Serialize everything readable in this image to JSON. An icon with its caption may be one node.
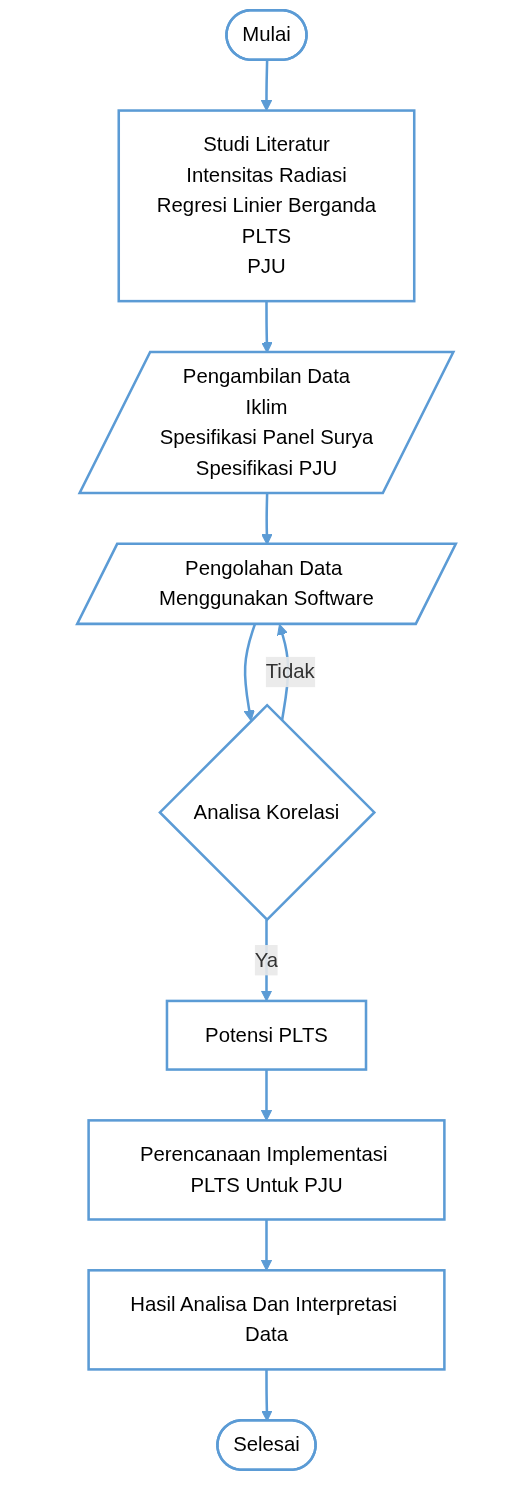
{
  "diagram": {
    "nodes": [
      {
        "text": [
          "Mulai"
        ]
      },
      {
        "text": [
          "Studi Literatur",
          "Intensitas Radiasi",
          "Regresi Linier Berganda",
          "PLTS",
          "PJU"
        ]
      },
      {
        "text": [
          "Pengambilan Data",
          "Iklim",
          "Spesifikasi Panel Surya",
          "Spesifikasi PJU"
        ]
      },
      {
        "text": [
          "Pengolahan Data Menggunakan Software"
        ]
      },
      {
        "text": [
          "Analisa Korelasi"
        ]
      },
      {
        "text": [
          "Potensi PLTS"
        ]
      },
      {
        "text": [
          "Perencanaan Implementasi PLTS Untuk PJU"
        ]
      },
      {
        "text": [
          "Hasil Analisa Dan Interpretasi Data"
        ]
      },
      {
        "text": [
          "Selesai"
        ]
      }
    ],
    "edges": [
      {
        "from": 0,
        "to": 1,
        "arrow": "to"
      },
      {
        "from": 1,
        "to": 2,
        "arrow": "to"
      },
      {
        "from": 2,
        "to": 3,
        "arrow": "to"
      },
      {
        "from": 3,
        "to": 4,
        "arrow": "to"
      },
      {
        "from": 4,
        "to": 5,
        "arrow": "to",
        "label": "Ya"
      },
      {
        "from": 4,
        "to": 3,
        "arrow": "to",
        "label": "Tidak"
      },
      {
        "from": 5,
        "to": 6,
        "arrow": "to"
      },
      {
        "from": 6,
        "to": 7,
        "arrow": "to"
      },
      {
        "from": 7,
        "to": 8,
        "arrow": "to"
      }
    ]
  }
}
